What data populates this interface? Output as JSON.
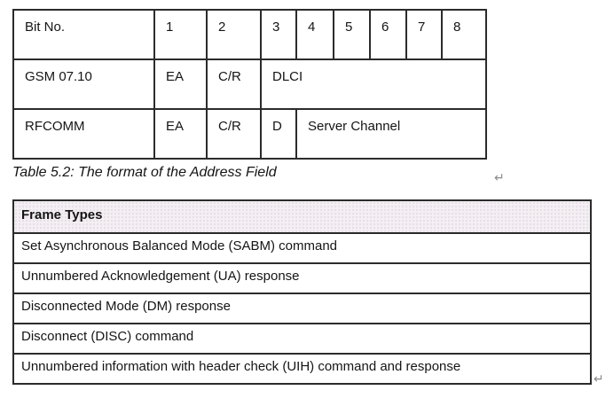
{
  "colors": {
    "page_background": "#ffffff",
    "table_border": "#2b2b2b",
    "text": "#151515",
    "frame_header_background": "#f3eff3",
    "formatting_mark": "#8b8b8b"
  },
  "address_table": {
    "header_cells": [
      "Bit No.",
      "1",
      "2",
      "3",
      "4",
      "5",
      "6",
      "7",
      "8"
    ],
    "row_gsm": {
      "label": "GSM 07.10",
      "bit1": "EA",
      "bit2": "C/R",
      "bits3_8": "DLCI"
    },
    "row_rfcomm": {
      "label": "RFCOMM",
      "bit1": "EA",
      "bit2": "C/R",
      "bit3": "D",
      "bits4_8": "Server Channel"
    }
  },
  "caption": {
    "text": "Table 5.2: The format of the Address Field"
  },
  "frame_types_table": {
    "header": "Frame Types",
    "rows": [
      "Set Asynchronous Balanced Mode (SABM) command",
      "Unnumbered Acknowledgement (UA) response",
      "Disconnected Mode (DM) response",
      "Disconnect (DISC) command",
      "Unnumbered information with header check (UIH) command and response"
    ]
  },
  "formatting_marks": {
    "return_symbol": "↵"
  }
}
